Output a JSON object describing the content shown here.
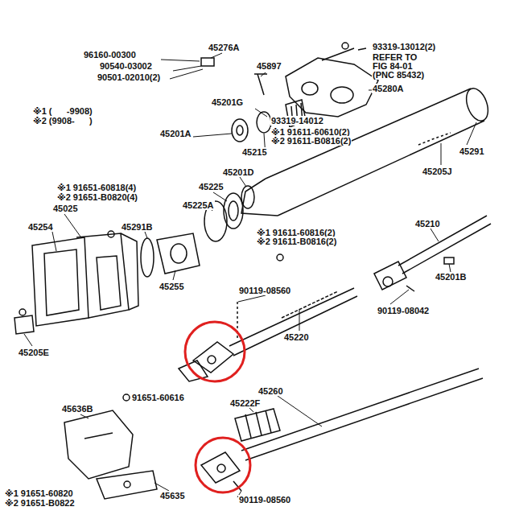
{
  "diagram": {
    "labels": [
      "96160-00300",
      "90540-03002",
      "90501-02010(2)",
      "45276A",
      "45897",
      "93319-13012(2)",
      "REFER TO",
      "FIG 84-01",
      "(PNC 85432)",
      "45280A",
      "45201G",
      "※1 (      -9908)",
      "※2 (9908-      )",
      "93319-14012",
      "45201A",
      "※1 91611-60610(2)",
      "※2 91611-B0816(2)",
      "45215",
      "45291",
      "45205J",
      "45201D",
      "45225",
      "※1 91651-60818(4)",
      "※2 91651-B0820(4)",
      "45025",
      "45225A",
      "45254",
      "45291B",
      "※1 91611-60816(2)",
      "※2 91611-B0816(2)",
      "45210",
      "45255",
      "45201B",
      "90119-08560",
      "90119-08042",
      "45220",
      "45205E",
      "45260",
      "45636B",
      "91651-60616",
      "45222F",
      "45635",
      "※1 91651-60820",
      "※2 91651-B0822",
      "90119-08560"
    ]
  }
}
